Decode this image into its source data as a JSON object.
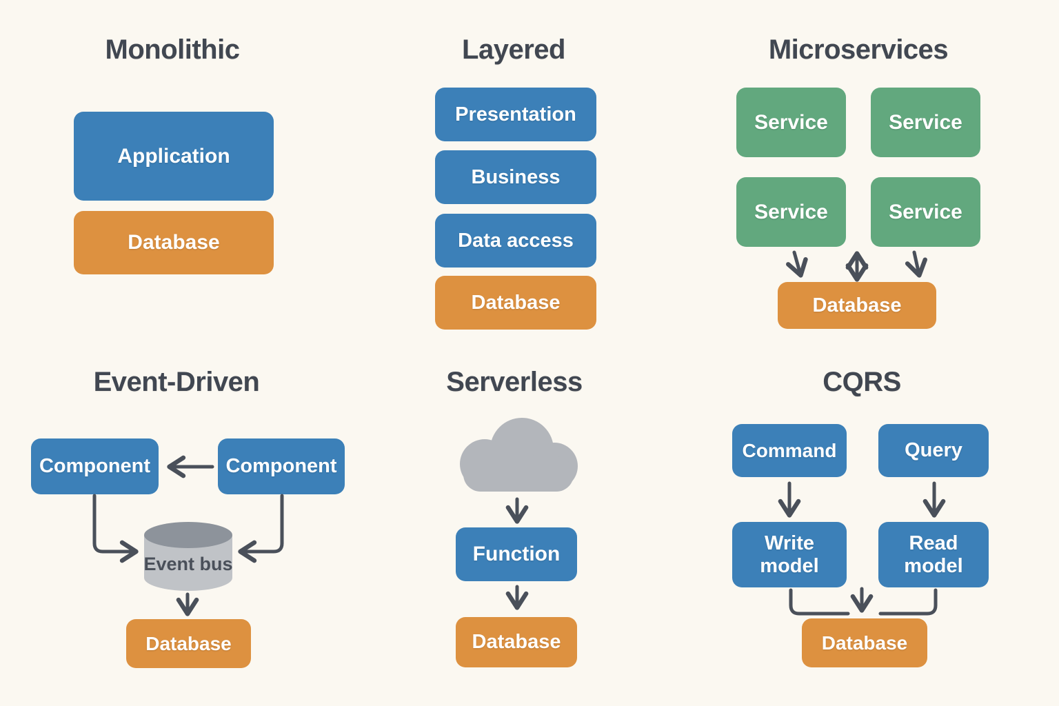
{
  "colors": {
    "background": "#fbf8f1",
    "title": "#414751",
    "blue": "#3c80b8",
    "orange": "#dd9140",
    "green": "#62a87e",
    "arrow": "#4a505a",
    "cloud": "#b3b6bb",
    "cylinder_body": "#c0c3c7",
    "cylinder_top": "#8d939b",
    "box_text": "#ffffff"
  },
  "panels": {
    "monolithic": {
      "title": "Monolithic",
      "application_label": "Application",
      "database_label": "Database"
    },
    "layered": {
      "title": "Layered",
      "layers": [
        "Presentation",
        "Business",
        "Data access",
        "Database"
      ]
    },
    "microservices": {
      "title": "Microservices",
      "services": [
        "Service",
        "Service",
        "Service",
        "Service"
      ],
      "database_label": "Database"
    },
    "event_driven": {
      "title": "Event-Driven",
      "components": [
        "Component",
        "Component"
      ],
      "bus_label": "Event bus",
      "bus_icon": "database-cylinder",
      "database_label": "Database"
    },
    "serverless": {
      "title": "Serverless",
      "cloud_icon": "cloud",
      "function_label": "Function",
      "database_label": "Database"
    },
    "cqrs": {
      "title": "CQRS",
      "command_label": "Command",
      "query_label": "Query",
      "write_model_label": "Write model",
      "read_model_label": "Read model",
      "database_label": "Database"
    }
  }
}
